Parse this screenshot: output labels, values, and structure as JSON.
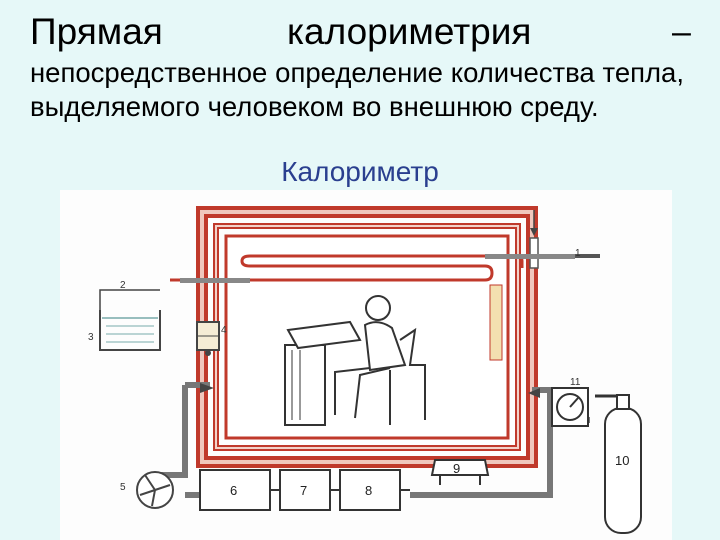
{
  "heading": {
    "word1": "Прямая",
    "word2": "калориметрия",
    "dash": "–"
  },
  "paragraph": "непосредственное определение количества тепла, выделяемого человеком во внешнюю среду.",
  "figure": {
    "title": "Калориметр",
    "callouts": [
      "1",
      "2",
      "3",
      "4",
      "5",
      "6",
      "7",
      "8",
      "9",
      "10",
      "11"
    ],
    "colors": {
      "wall": "#c0392b",
      "wall_light": "#e8a79b",
      "pipe": "#555555"
    }
  }
}
